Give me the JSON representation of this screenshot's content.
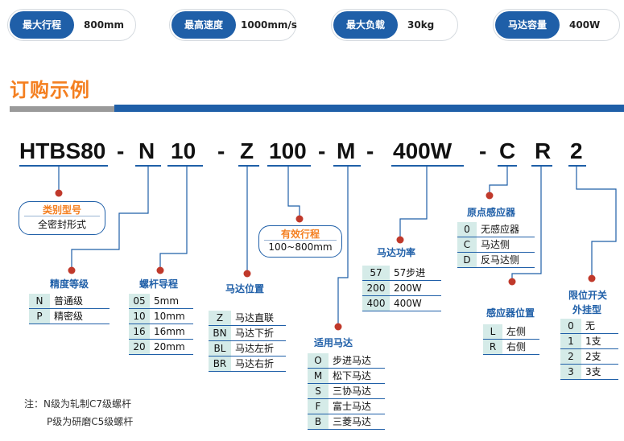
{
  "specs": [
    {
      "label": "最大行程",
      "value": "800mm"
    },
    {
      "label": "最高速度",
      "value": "1000mm/s"
    },
    {
      "label": "最大负载",
      "value": "30kg"
    },
    {
      "label": "马达容量",
      "value": "400W"
    }
  ],
  "order_title": "订购示例",
  "model_code": {
    "series": "HTBS80",
    "sep": "-",
    "precision": "N",
    "lead": "10",
    "motor_position": "Z",
    "stroke": "100",
    "motor_type": "M",
    "power": "400W",
    "home_sensor": "C",
    "sensor_position": "R",
    "limit_switch": "2"
  },
  "type_bubble": {
    "title": "类别型号",
    "value": "全密封形式"
  },
  "stroke_bubble": {
    "title": "有效行程",
    "value": "100~800mm"
  },
  "precision": {
    "title": "精度等级",
    "rows": [
      {
        "code": "N",
        "name": "普通级"
      },
      {
        "code": "P",
        "name": "精密级"
      }
    ]
  },
  "lead": {
    "title": "螺杆导程",
    "rows": [
      {
        "code": "05",
        "name": "5mm"
      },
      {
        "code": "10",
        "name": "10mm"
      },
      {
        "code": "16",
        "name": "16mm"
      },
      {
        "code": "20",
        "name": "20mm"
      }
    ]
  },
  "motor_position": {
    "title": "马达位置",
    "rows": [
      {
        "code": "Z",
        "name": "马达直联"
      },
      {
        "code": "BN",
        "name": "马达下折"
      },
      {
        "code": "BL",
        "name": "马达左折"
      },
      {
        "code": "BR",
        "name": "马达右折"
      }
    ]
  },
  "motor_type": {
    "title": "适用马达",
    "rows": [
      {
        "code": "O",
        "name": "步进马达"
      },
      {
        "code": "M",
        "name": "松下马达"
      },
      {
        "code": "S",
        "name": "三协马达"
      },
      {
        "code": "F",
        "name": "富士马达"
      },
      {
        "code": "B",
        "name": "三菱马达"
      }
    ]
  },
  "power": {
    "title": "马达功率",
    "rows": [
      {
        "code": "57",
        "name": "57步进"
      },
      {
        "code": "200",
        "name": "200W"
      },
      {
        "code": "400",
        "name": "400W"
      }
    ]
  },
  "home_sensor": {
    "title": "原点感应器",
    "rows": [
      {
        "code": "0",
        "name": "无感应器"
      },
      {
        "code": "C",
        "name": "马达侧"
      },
      {
        "code": "D",
        "name": "反马达侧"
      }
    ]
  },
  "sensor_position": {
    "title": "感应器位置",
    "rows": [
      {
        "code": "L",
        "name": "左侧"
      },
      {
        "code": "R",
        "name": "右侧"
      }
    ]
  },
  "limit_switch": {
    "title_line1": "限位开关",
    "title_line2": "外挂型",
    "rows": [
      {
        "code": "0",
        "name": "无"
      },
      {
        "code": "1",
        "name": "1支"
      },
      {
        "code": "2",
        "name": "2支"
      },
      {
        "code": "3",
        "name": "3支"
      }
    ]
  },
  "notes": {
    "line1": "注：N级为轧制C7级螺杆",
    "line2": "P级为研磨C5级螺杆"
  },
  "colors": {
    "accent_blue": "#1f5fa8",
    "accent_orange": "#f47f20",
    "dot_red": "#c0392b",
    "cell_teal": "#d5ebe8"
  }
}
